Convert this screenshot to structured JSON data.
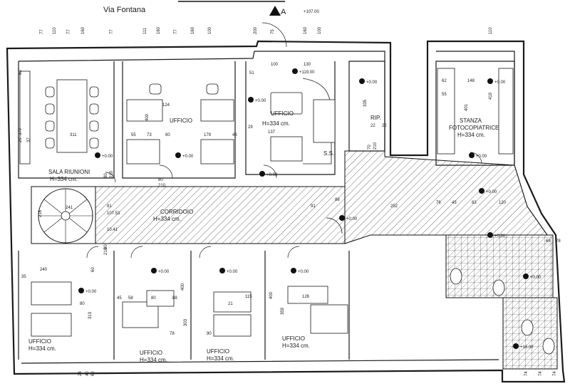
{
  "header": {
    "street": "Via Fontana",
    "section_marker": "A",
    "top_level": "+107.00"
  },
  "rooms": {
    "sala_riunioni": {
      "name": "SALA RIUNIONI",
      "height": "H=334 cm."
    },
    "ufficio_top_1": {
      "name": "UFFICIO"
    },
    "ufficio_top_2": {
      "name": "UFFICIO",
      "height": "H=334 cm."
    },
    "rip": {
      "name": "RIP."
    },
    "ss": {
      "name": "S.S."
    },
    "fotocopiatrice": {
      "name_1": "STANZA",
      "name_2": "FOTOCOPIATRICE",
      "height": "H=334 cm."
    },
    "corridoio": {
      "name": "CORRIDOIO",
      "height": "H=334 cm."
    },
    "ufficio_bottom_left": {
      "name": "UFFICIO",
      "height": "H=334 cm."
    },
    "ufficio_bottom_2": {
      "name": "UFFICIO",
      "height": "H=334 cm."
    },
    "ufficio_bottom_3": {
      "name": "UFFICIO",
      "height": "H=334 cm."
    },
    "ufficio_bottom_4": {
      "name": "UFFICIO",
      "height": "H=334 cm."
    }
  },
  "levels": {
    "entrance": "+119.00",
    "sala": "+0.00",
    "ufficio_top_1": "+0.00",
    "ufficio_top_2": "+0.00",
    "rip": "+0.00",
    "foto_top": "+0.00",
    "foto_bottom": "+0.00",
    "corridor_stair": "+0.00",
    "corridor_center": "+0.00",
    "corridor_right": "+0.00",
    "corridor_far": "+0.00",
    "bl": "+0.00",
    "b2": "+0.00",
    "b3": "+0.00",
    "b4": "+0.00",
    "wc": "+0.00",
    "wc_bottom": "+16.00"
  },
  "dims": {
    "top_a": [
      "77",
      "110",
      "77",
      "160",
      "77",
      "111",
      "160",
      "77",
      "160",
      "100",
      "200",
      "75",
      "160",
      "100",
      "110"
    ],
    "sala": [
      "60",
      "379",
      "311",
      "29",
      "37"
    ],
    "u1": [
      "124",
      "400",
      "55",
      "73",
      "80",
      "179",
      "48"
    ],
    "u2": [
      "100",
      "130",
      "51",
      "137",
      "335",
      "29"
    ],
    "rip": [
      "22",
      "22",
      "70",
      "210"
    ],
    "foto": [
      "148",
      "62",
      "55",
      "401",
      "419"
    ],
    "door1": [
      "80",
      "210"
    ],
    "door2": [
      "80",
      "210"
    ],
    "corr": [
      "81",
      "107.53",
      "91",
      "88",
      "252",
      "76",
      "43",
      "83",
      "120"
    ],
    "stair": [
      "241",
      "218",
      "10.41",
      "80",
      "210"
    ],
    "bl": [
      "240",
      "313",
      "35",
      "60",
      "80"
    ],
    "b2": [
      "58",
      "80",
      "88",
      "400",
      "303",
      "78",
      "45"
    ],
    "b3": [
      "115",
      "21",
      "90"
    ],
    "b4": [
      "126",
      "359",
      "400"
    ],
    "bottom": [
      "23",
      "40",
      "60",
      "74",
      "74",
      "74",
      "78",
      "68"
    ]
  }
}
